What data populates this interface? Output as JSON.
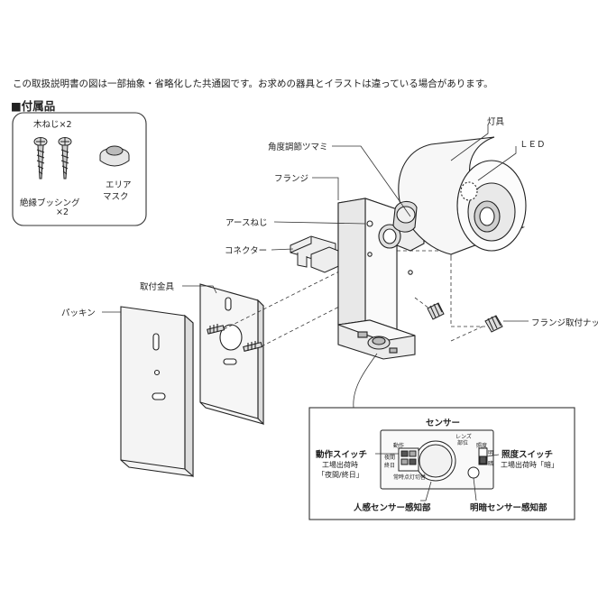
{
  "note": "この取扱説明書の図は一部抽象・省略化した共通図です。お求めの器具とイラストは違っている場合があります。",
  "accessories": {
    "title": "■付属品",
    "wood_screw": "木ねじ×2",
    "insulating_bushing_line1": "絶縁ブッシング",
    "insulating_bushing_line2": "×2",
    "area_mask_line1": "エリア",
    "area_mask_line2": "マスク"
  },
  "parts": {
    "lamp": "灯具",
    "led": "ＬＥＤ",
    "angle_knob": "角度調節ツマミ",
    "flange": "フランジ",
    "earth_screw": "アースねじ",
    "connector": "コネクター",
    "mounting_bracket": "取付金具",
    "packing": "パッキン",
    "flange_nut": "フランジ取付ナット"
  },
  "sensor": {
    "title": "センサー",
    "mode_switch": "動作スイッチ",
    "mode_factory": "工場出荷時",
    "mode_default": "「夜間/終日」",
    "light_switch": "照度スイッチ",
    "light_factory": "工場出荷時「暗」",
    "motion_sensor": "人感センサー感知部",
    "light_sensor": "明暗センサー感知部",
    "panel_operation": "動作",
    "panel_lens": "レンズ",
    "panel_lens_sub": "部位",
    "panel_brightness": "照度",
    "panel_night": "夜間",
    "panel_allday": "終日",
    "panel_bottom": "常時点灯切替",
    "panel_bright": "明",
    "panel_dark": "暗"
  }
}
